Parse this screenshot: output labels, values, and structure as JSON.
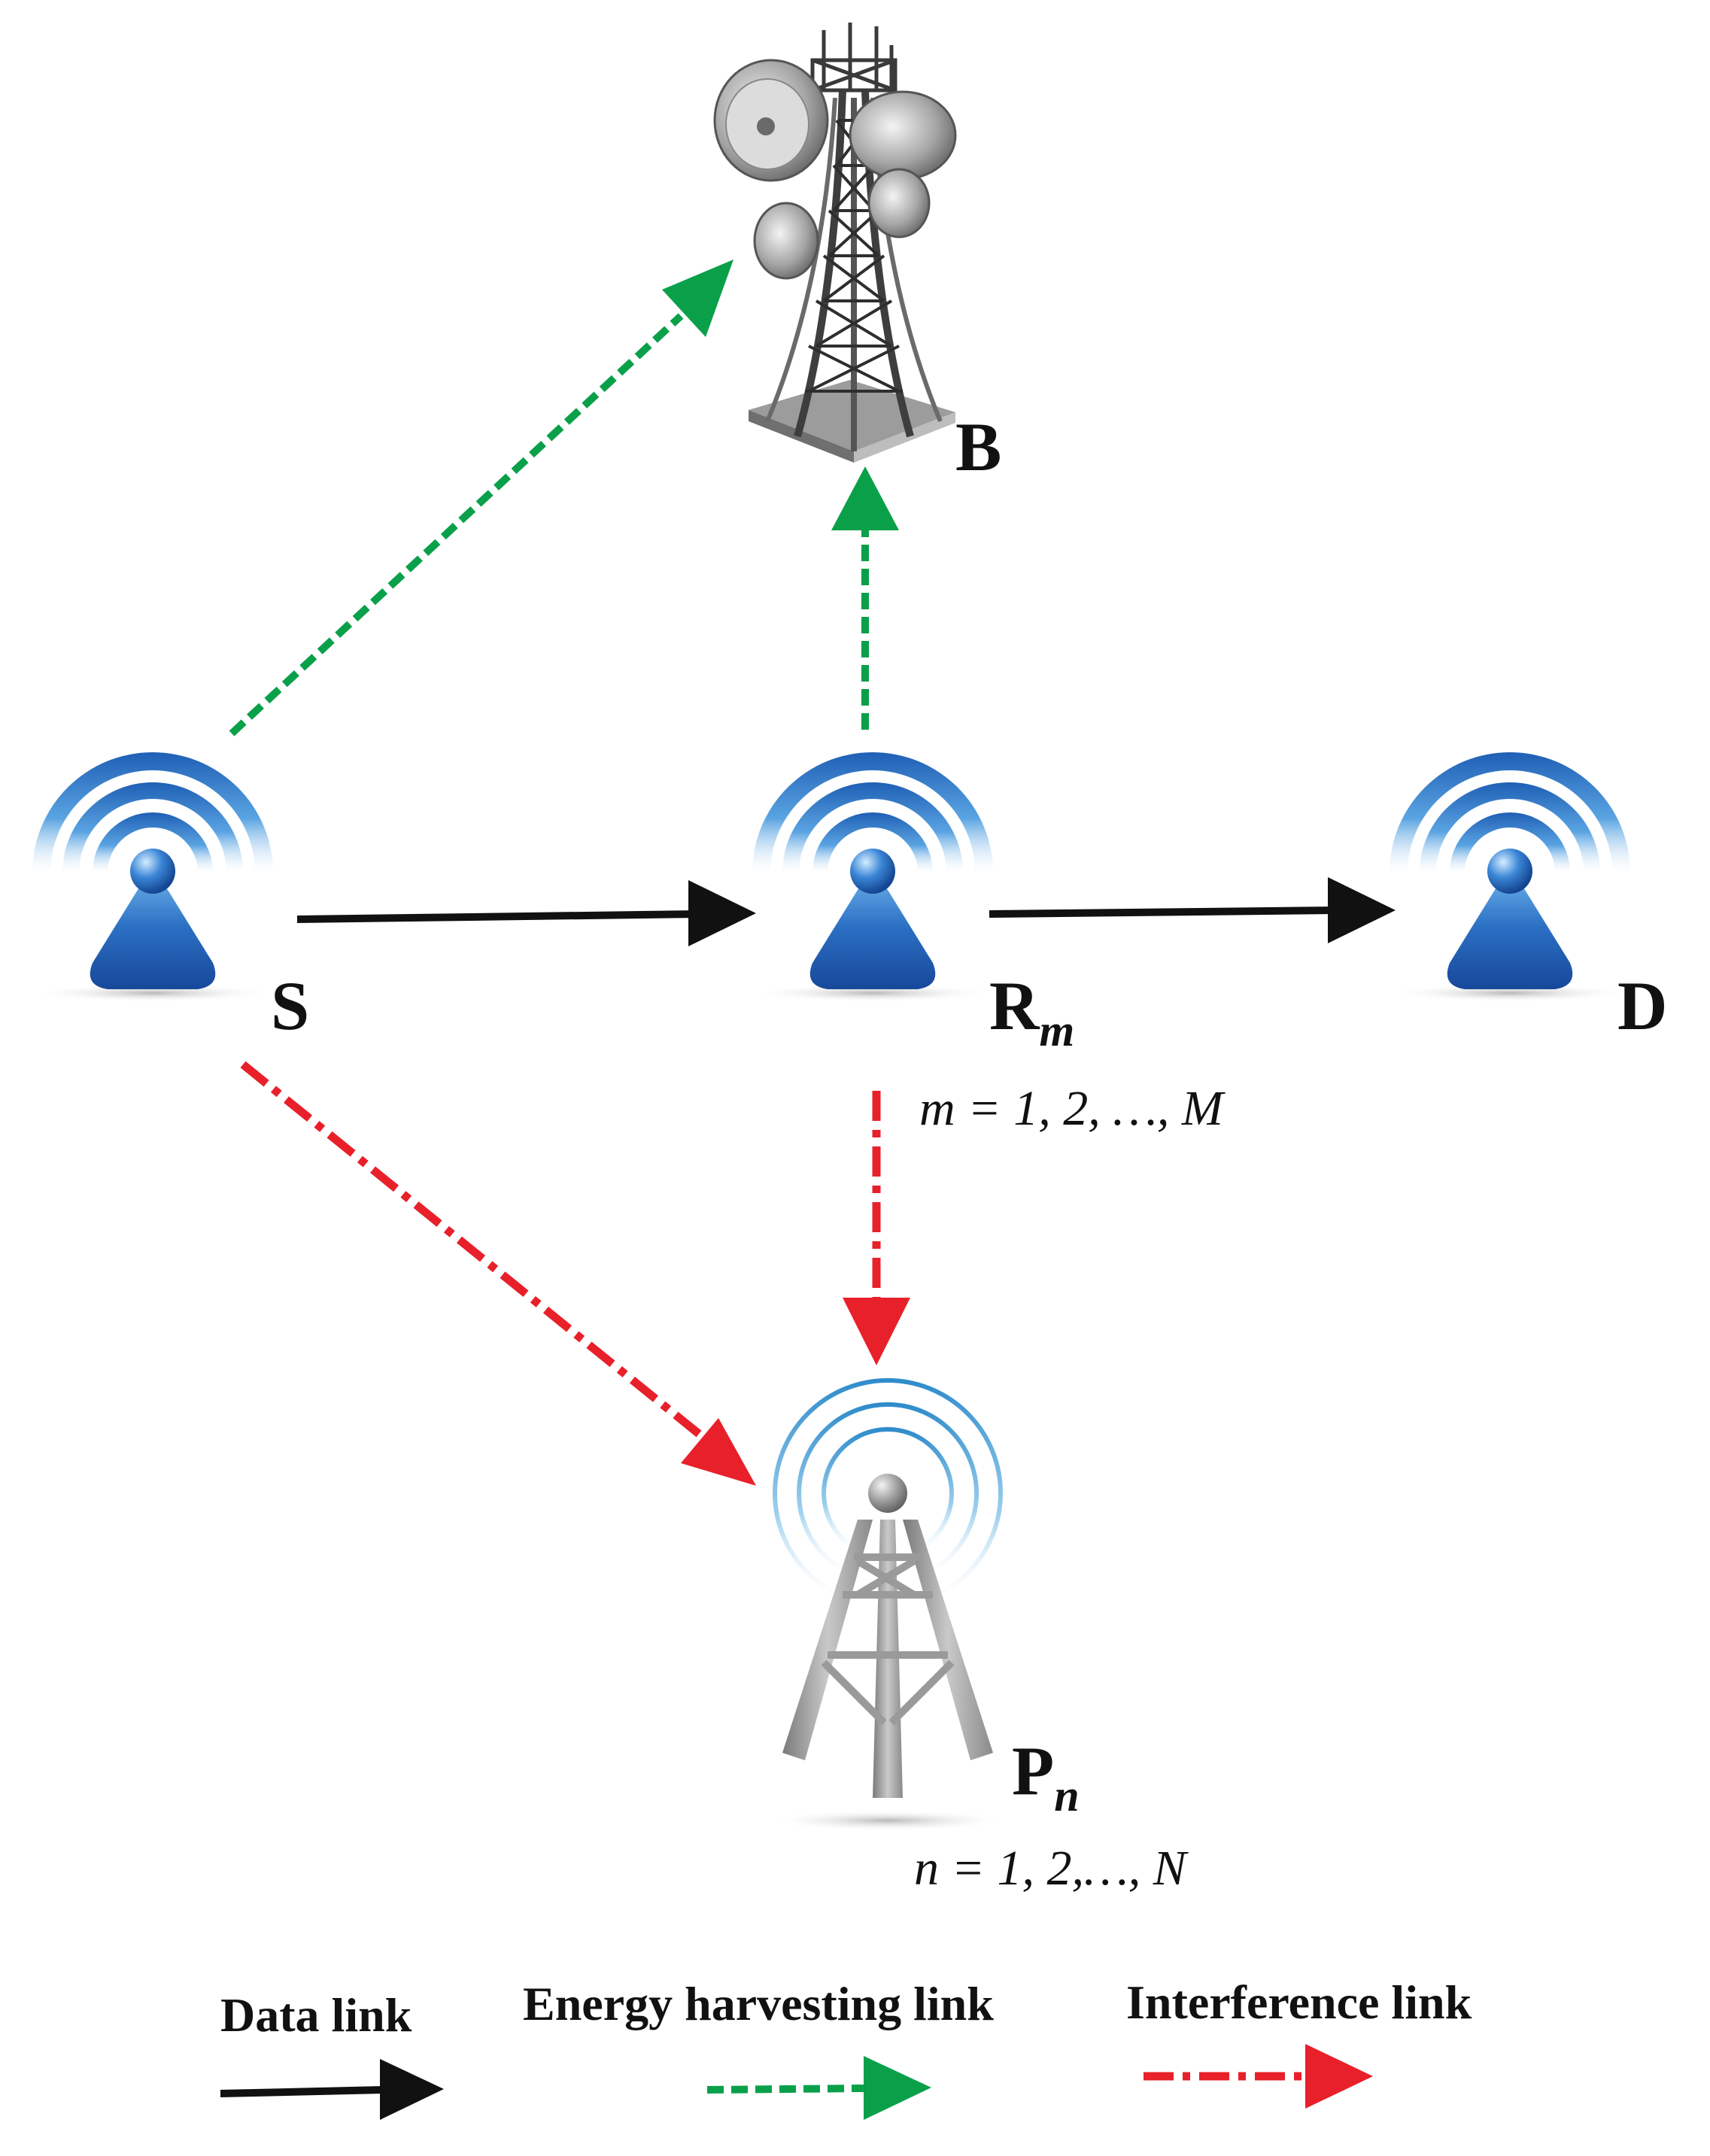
{
  "nodes": {
    "source": {
      "label": "S",
      "sub": ""
    },
    "relay": {
      "label": "R",
      "sub": "m",
      "range": "m = 1, 2, …, M"
    },
    "destination": {
      "label": "D",
      "sub": ""
    },
    "beacon": {
      "label": "B",
      "sub": ""
    },
    "primary": {
      "label": "P",
      "sub": "n",
      "range": "n = 1, 2,…, N"
    }
  },
  "legend": {
    "data_link": "Data link",
    "energy_link": "Energy harvesting link",
    "interference_link": "Interference link"
  },
  "colors": {
    "data_link": "#111111",
    "energy_link": "#0aa04a",
    "interference_link": "#e8202a",
    "node_blue": "#2e6fc0",
    "node_light_blue": "#a9d3f2",
    "tower_gray": "#8d9096"
  }
}
